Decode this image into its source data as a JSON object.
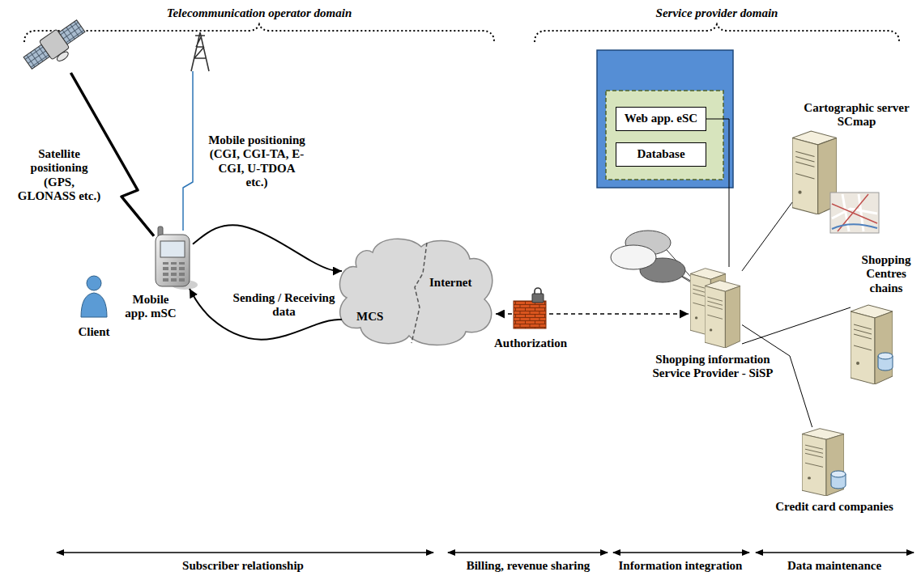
{
  "diagram": {
    "nodes": [
      {
        "text": [
          "Satellite positioning (GPS, GLONASS etc.)"
        ]
      },
      {
        "text": [
          "Mobile positioning (CGI, CGI-TA, E-CGI, U-TDOA etc.)"
        ]
      },
      {
        "text": [
          "Mobile app. mSC"
        ]
      },
      {
        "text": [
          "Client"
        ]
      },
      {
        "text": [
          "MCS",
          "Internet"
        ]
      },
      {
        "text": [
          "Authorization"
        ]
      },
      {
        "text": [
          "Web app. eSC"
        ]
      },
      {
        "text": [
          "Database"
        ]
      },
      {
        "text": [
          "Shopping information Service Provider - SiSP"
        ]
      },
      {
        "text": [
          "Cartographic server SCmap"
        ]
      },
      {
        "text": [
          "Shopping Centres chains"
        ]
      },
      {
        "text": [
          "Credit card companies"
        ]
      }
    ],
    "edges": [
      {
        "from": 0,
        "to": 2,
        "arrow": "none"
      },
      {
        "from": 1,
        "to": 2,
        "arrow": "none"
      },
      {
        "from": 2,
        "to": 4,
        "arrow": "to"
      },
      {
        "from": 4,
        "to": 2,
        "arrow": "to"
      },
      {
        "from": 5,
        "to": 4,
        "arrow": "to"
      },
      {
        "from": 5,
        "to": 8,
        "arrow": "to"
      },
      {
        "from": 8,
        "to": 6,
        "arrow": "none"
      },
      {
        "from": 8,
        "to": 9,
        "arrow": "none"
      },
      {
        "from": 8,
        "to": 10,
        "arrow": "none"
      },
      {
        "from": 8,
        "to": 11,
        "arrow": "none"
      }
    ],
    "labels": [
      "Telecommunication operator domain",
      "Service provider domain",
      "Sending / Receiving data",
      "Subscriber relationship",
      "Billing, revenue sharing",
      "Information integration",
      "Data maintenance"
    ]
  }
}
